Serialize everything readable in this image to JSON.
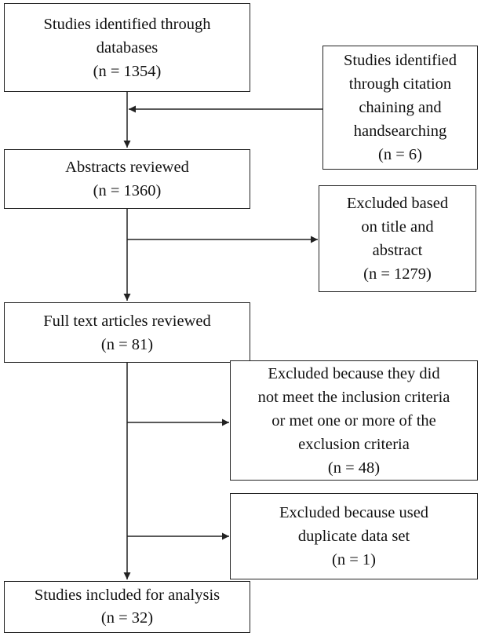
{
  "boxes": {
    "databases": {
      "lines": [
        "Studies identified through",
        "databases",
        "(n = 1354)"
      ]
    },
    "citation": {
      "lines": [
        "Studies identified",
        "through citation",
        "chaining and",
        "handsearching",
        "(n = 6)"
      ]
    },
    "abstracts": {
      "lines": [
        "Abstracts reviewed",
        "(n = 1360)"
      ]
    },
    "excluded_title": {
      "lines": [
        "Excluded based",
        "on title and",
        "abstract",
        "(n = 1279)"
      ]
    },
    "fulltext": {
      "lines": [
        "Full text articles reviewed",
        "(n = 81)"
      ]
    },
    "excluded_criteria": {
      "lines": [
        "Excluded because they did",
        "not meet the inclusion criteria",
        "or met one or more of the",
        "exclusion criteria",
        "(n = 48)"
      ]
    },
    "excluded_duplicate": {
      "lines": [
        "Excluded because used",
        "duplicate data set",
        "(n = 1)"
      ]
    },
    "included": {
      "lines": [
        "Studies included for analysis",
        "(n = 32)"
      ]
    }
  }
}
